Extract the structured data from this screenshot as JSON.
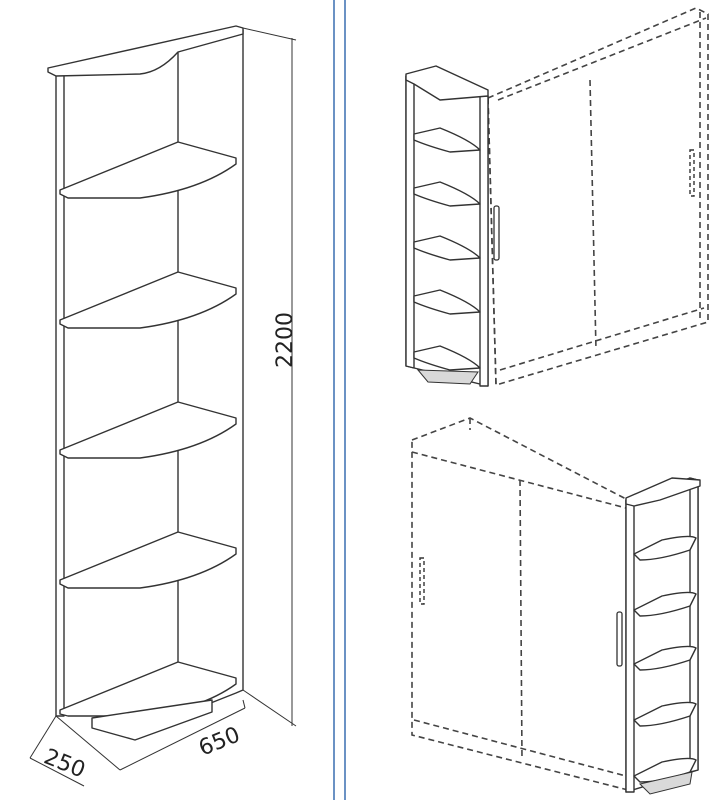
{
  "dimensions": {
    "height": "2200",
    "depth": "250",
    "width": "650"
  },
  "colors": {
    "divider": "#3a6fb0",
    "line": "#333333"
  }
}
